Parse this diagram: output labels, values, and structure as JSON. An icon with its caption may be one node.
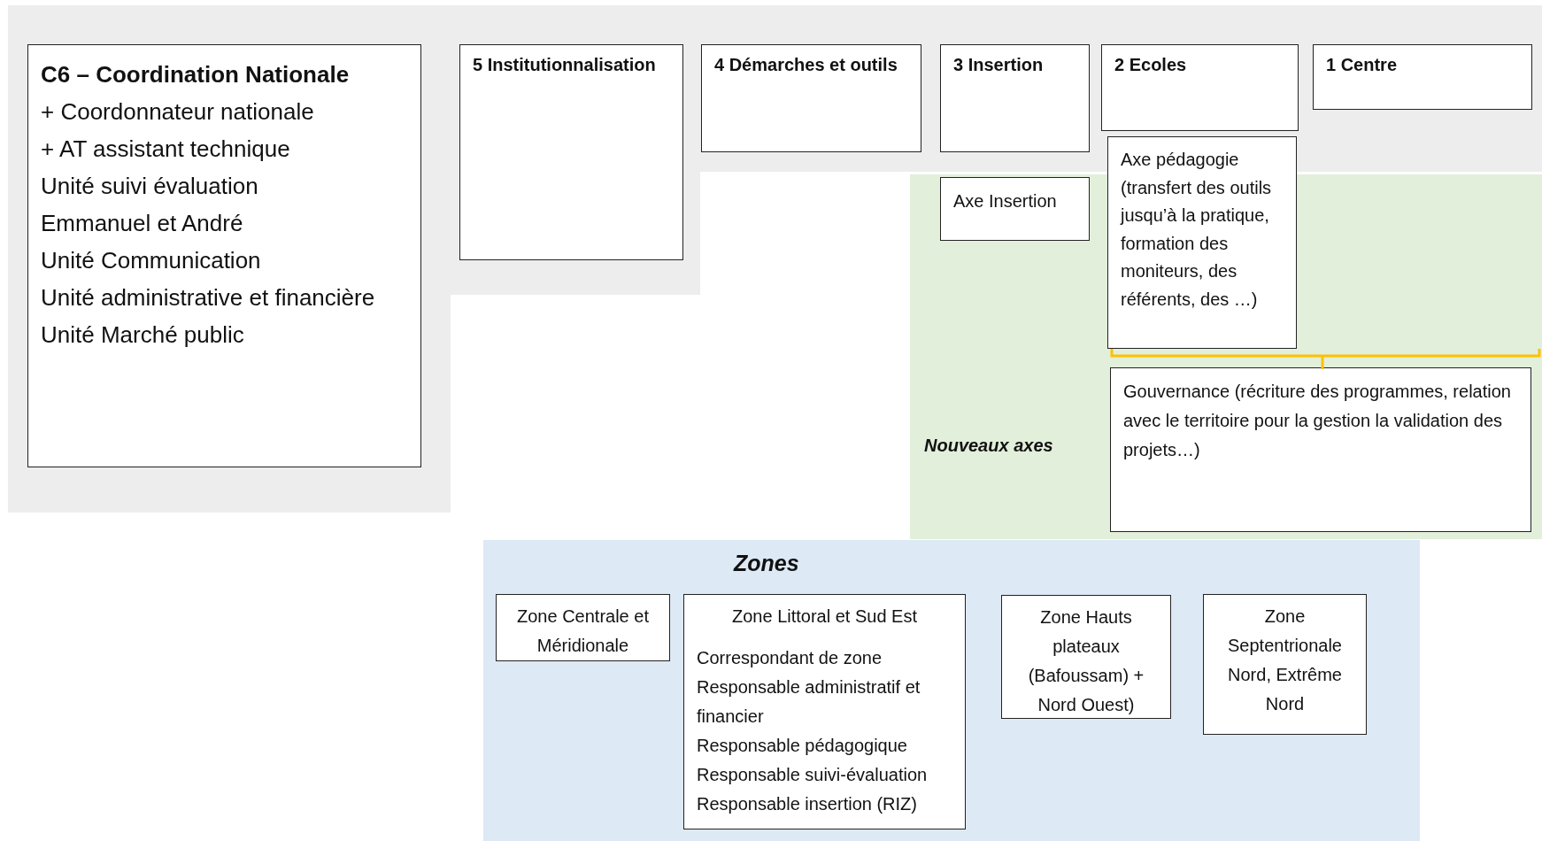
{
  "diagram": {
    "nodes": [
      {
        "text": [
          "C6 – Coordination Nationale",
          "+ Coordonnateur nationale",
          "+ AT assistant technique",
          "Unité suivi évaluation",
          "Emmanuel et André",
          "Unité Communication",
          "Unité administrative et financière",
          "Unité Marché public"
        ]
      },
      {
        "text": [
          "5 Institutionnalisation"
        ]
      },
      {
        "text": [
          "4 Démarches et outils"
        ]
      },
      {
        "text": [
          "3 Insertion"
        ]
      },
      {
        "text": [
          "2 Ecoles"
        ]
      },
      {
        "text": [
          "1 Centre"
        ]
      },
      {
        "text": [
          "Nouveaux axes"
        ]
      },
      {
        "text": [
          "Axe Insertion"
        ],
        "in": 6
      },
      {
        "text": [
          "Axe pédagogie (transfert des outils jusqu’à la pratique, formation des moniteurs, des référents, des …)"
        ]
      },
      {
        "text": [
          "Gouvernance (récriture des programmes, relation avec le territoire pour la gestion la validation des projets…)"
        ],
        "in": 6
      },
      {
        "text": [
          "Zones"
        ]
      },
      {
        "text": [
          "Zone Centrale et Méridionale"
        ],
        "in": 10
      },
      {
        "text": [
          "Zone Littoral et Sud Est",
          "Correspondant de zone",
          "Responsable administratif et financier",
          "Responsable pédagogique",
          "Responsable suivi-évaluation",
          "Responsable insertion (RIZ)"
        ],
        "in": 10
      },
      {
        "text": [
          "Zone Hauts plateaux (Bafoussam) + Nord Ouest)"
        ],
        "in": 10
      },
      {
        "text": [
          "Zone Septentrionale Nord, Extrême Nord"
        ],
        "in": 10
      }
    ]
  }
}
